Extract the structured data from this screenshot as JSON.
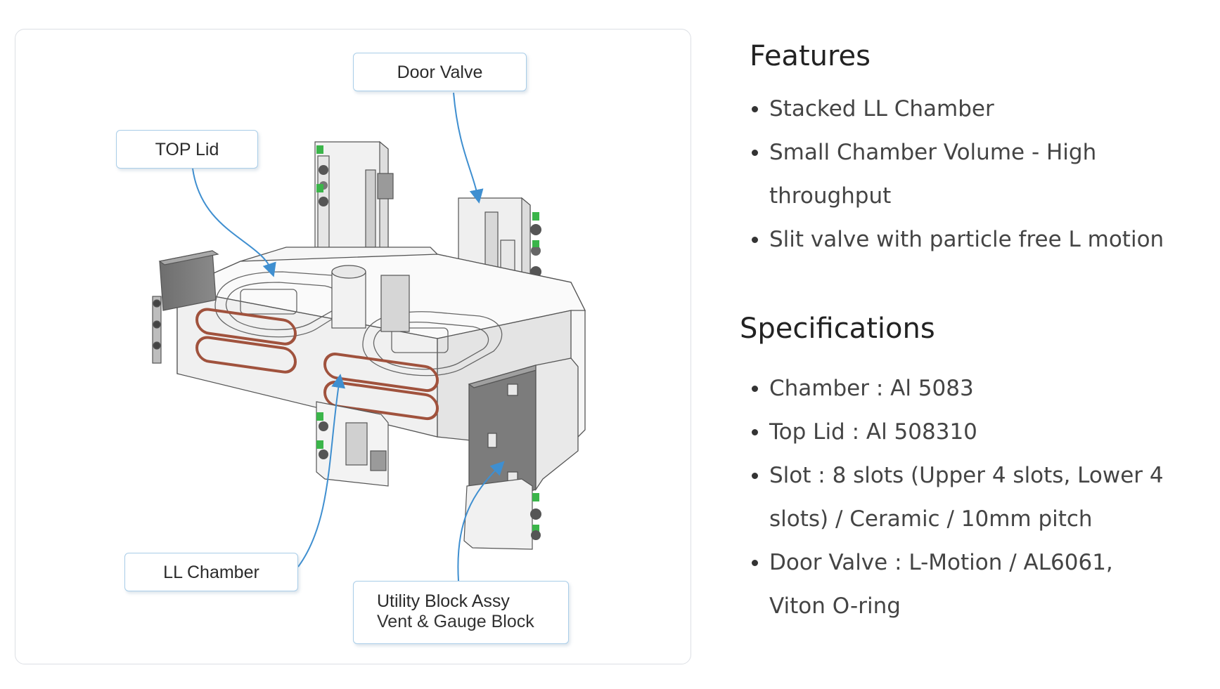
{
  "diagram": {
    "callouts": {
      "door_valve": "Door Valve",
      "top_lid": "TOP Lid",
      "ll_chamber": "LL Chamber",
      "utility_block_title": "Utility Block Assy",
      "utility_block_sub": "Vent & Gauge Block"
    },
    "colors": {
      "arrow": "#3f8fd0",
      "callout_border": "#a9cde8",
      "o_ring": "#a0523d",
      "line_art": "#555555"
    }
  },
  "features": {
    "title": "Features",
    "items": [
      "Stacked LL Chamber",
      "Small Chamber Volume  -  High throughput",
      "Slit valve with particle free L motion"
    ]
  },
  "specifications": {
    "title": "Specifications",
    "items": [
      "Chamber : Al 5083",
      "Top Lid : Al 508310",
      "Slot  : 8 slots (Upper 4 slots, Lower 4 slots) / Ceramic / 10mm pitch",
      "Door Valve : L-Motion / AL6061, Viton O-ring"
    ]
  }
}
